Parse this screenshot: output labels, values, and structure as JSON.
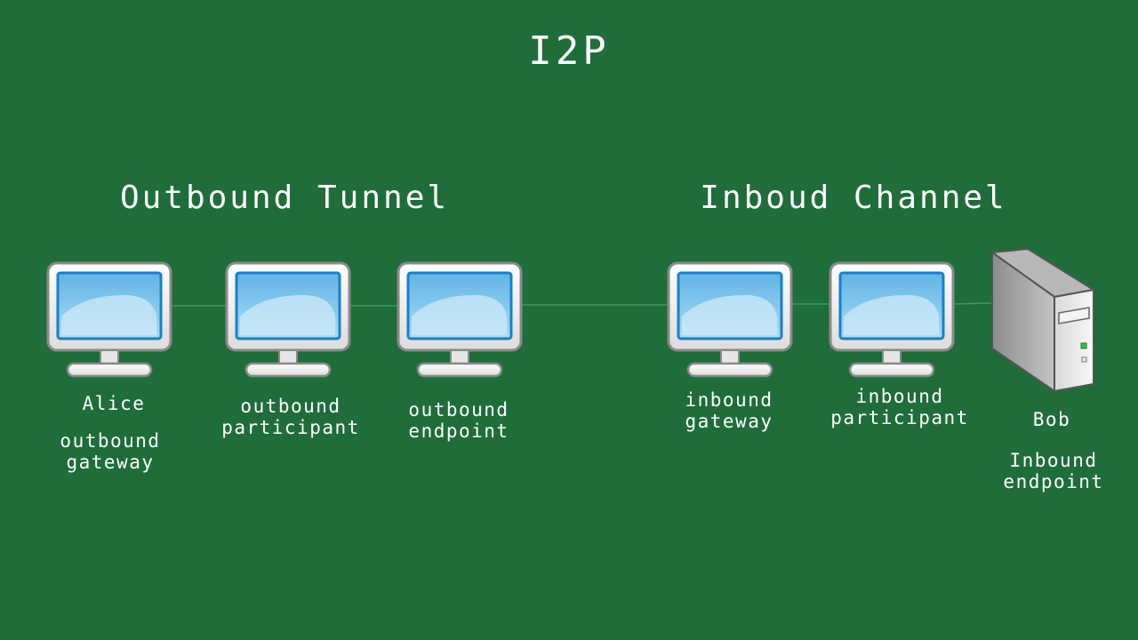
{
  "title": "I2P",
  "sections": {
    "outbound": "Outbound Tunnel",
    "inbound": "Inboud Channel"
  },
  "nodes": [
    {
      "id": "alice",
      "name": "Alice",
      "role": "outbound\ngateway",
      "icon": "computer-monitor-icon"
    },
    {
      "id": "outbound-participant",
      "name": "",
      "role": "outbound\nparticipant",
      "icon": "computer-monitor-icon"
    },
    {
      "id": "outbound-endpoint",
      "name": "",
      "role": "outbound\nendpoint",
      "icon": "computer-monitor-icon"
    },
    {
      "id": "inbound-gateway",
      "name": "",
      "role": "inbound\ngateway",
      "icon": "computer-monitor-icon"
    },
    {
      "id": "inbound-participant",
      "name": "",
      "role": "inbound\nparticipant",
      "icon": "computer-monitor-icon"
    },
    {
      "id": "bob",
      "name": "Bob",
      "role": "Inbound\nendpoint",
      "icon": "server-tower-icon"
    }
  ],
  "colors": {
    "background": "#1f6d3a",
    "text": "#ffffff",
    "link": "#3f9a5c",
    "screen": "#7cc4ea",
    "screen_border": "#1a7fc9",
    "bezel": "#f2f2f2"
  }
}
